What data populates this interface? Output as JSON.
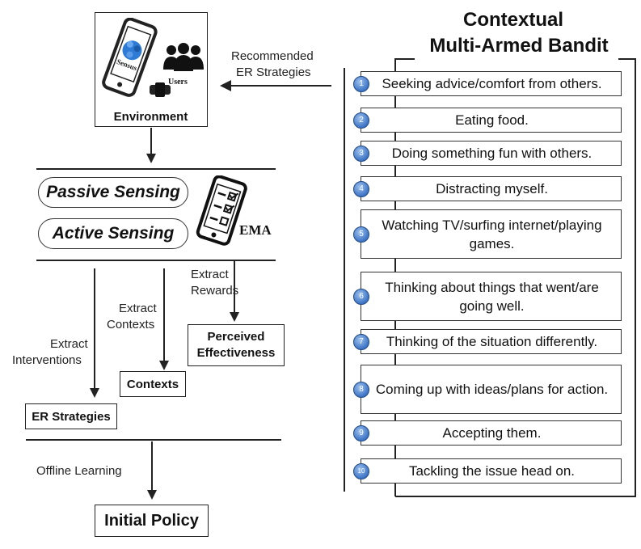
{
  "environment": {
    "label": "Environment",
    "phone_label": "Sensus",
    "users_label": "Users"
  },
  "recommended": {
    "line1": "Recommended",
    "line2": "ER Strategies"
  },
  "sensing": {
    "passive": "Passive Sensing",
    "active": "Active Sensing",
    "ema": "EMA"
  },
  "extract": {
    "rewards_line1": "Extract",
    "rewards_line2": "Rewards",
    "contexts_line1": "Extract",
    "contexts_line2": "Contexts",
    "interventions_line1": "Extract",
    "interventions_line2": "Interventions"
  },
  "boxes": {
    "perceived_line1": "Perceived",
    "perceived_line2": "Effectiveness",
    "contexts": "Contexts",
    "er_strategies": "ER Strategies",
    "initial_policy": "Initial Policy"
  },
  "offline": "Offline Learning",
  "bandit": {
    "title_line1": "Contextual",
    "title_line2": "Multi-Armed Bandit",
    "arms": [
      {
        "num": "1",
        "label": "Seeking advice/comfort from others."
      },
      {
        "num": "2",
        "label": "Eating food."
      },
      {
        "num": "3",
        "label": "Doing something fun with others."
      },
      {
        "num": "4",
        "label": "Distracting myself."
      },
      {
        "num": "5",
        "label": "Watching TV/surfing internet/playing games."
      },
      {
        "num": "6",
        "label": "Thinking about things that went/are going well."
      },
      {
        "num": "7",
        "label": "Thinking of the situation differently."
      },
      {
        "num": "8",
        "label": "Coming up with ideas/plans for action."
      },
      {
        "num": "9",
        "label": "Accepting them."
      },
      {
        "num": "10",
        "label": "Tackling the issue head on."
      }
    ]
  },
  "colors": {
    "arm_badge": "#3d74c5",
    "phone_icon": "#2e7bd6"
  }
}
